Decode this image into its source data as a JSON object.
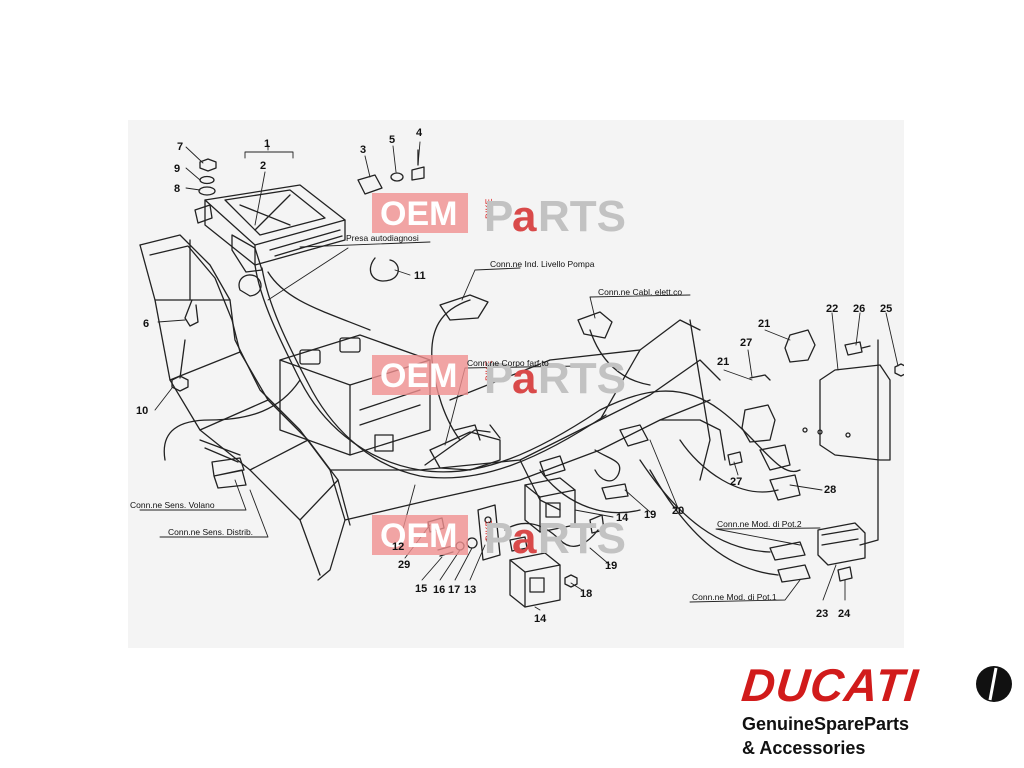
{
  "watermark": {
    "oem": "OEM",
    "bike": "BIKE",
    "parts_prefix": "P",
    "parts_a": "a",
    "parts_suffix": "RTS"
  },
  "callouts": {
    "n1": "1",
    "n2": "2",
    "n3": "3",
    "n4": "4",
    "n5": "5",
    "n6": "6",
    "n7": "7",
    "n8": "8",
    "n9": "9",
    "n10": "10",
    "n11": "11",
    "n12": "12",
    "n13": "13",
    "n14a": "14",
    "n14b": "14",
    "n15": "15",
    "n16": "16",
    "n17": "17",
    "n18": "18",
    "n19a": "19",
    "n19b": "19",
    "n20": "20",
    "n21a": "21",
    "n21b": "21",
    "n22": "22",
    "n23": "23",
    "n24": "24",
    "n25": "25",
    "n26": "26",
    "n27a": "27",
    "n27b": "27",
    "n28": "28",
    "n29": "29"
  },
  "labels": {
    "presa_autodiagnosi": "Presa autodiagnosi",
    "livello_pompa": "Conn.ne Ind. Livello Pompa",
    "cabl_elett": "Conn.ne Cabl. elett.co",
    "corpo_farf": "Conn.ne Corpo farf.to",
    "sens_volano": "Conn.ne Sens. Volano",
    "sens_distrib": "Conn.ne Sens. Distrib.",
    "mod_pot2": "Conn.ne Mod. di Pot.2",
    "mod_pot1": "Conn.ne Mod. di Pot.1"
  },
  "brand": {
    "logo": "DUCATI",
    "line1": "GenuineSpareParts",
    "line2": "& Accessories",
    "color": "#d11b1b"
  }
}
